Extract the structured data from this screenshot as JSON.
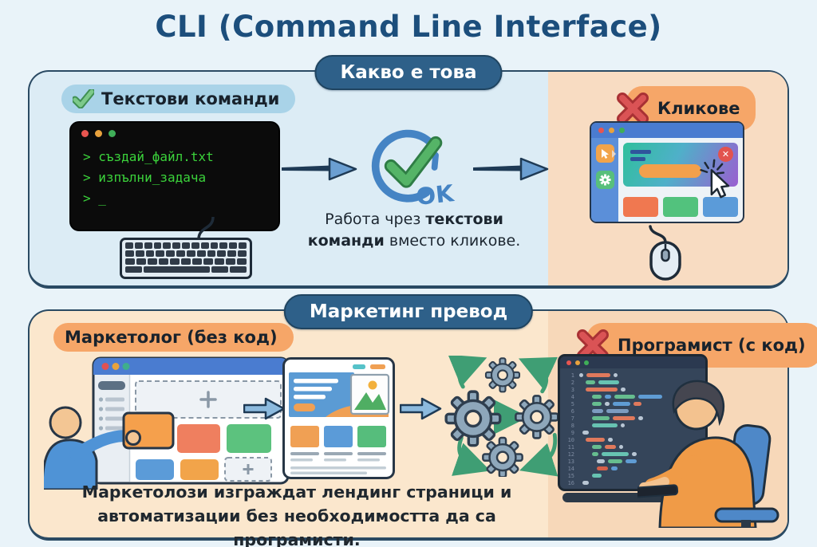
{
  "title": "CLI (Command Line Interface)",
  "colors": {
    "title_navy": "#1c4e7c",
    "badge_blue": "#2e6089",
    "panel_blue": "#dcecf5",
    "panel_peach": "#f8dcc2",
    "pill_light_blue": "#a9d3e8",
    "pill_orange": "#f6a668",
    "terminal_green": "#3bd33b",
    "check_green": "#4fae63",
    "cross_red": "#d9514f",
    "ok_blue": "#4584c4"
  },
  "section_what": {
    "badge": "Какво е това",
    "commands_label": "Текстови команди",
    "clicks_label": "Кликове",
    "terminal": {
      "lines": [
        "> създай_файл.txt",
        "> изпълни_задача",
        "> _"
      ]
    },
    "ok_label": "OK",
    "caption": {
      "pre": "Работа чрез ",
      "bold1": "текстови",
      "bold2": "команди",
      "post": " вместо кликове."
    }
  },
  "section_marketing": {
    "badge": "Маркетинг превод",
    "marketer_label": "Маркетолог (без код)",
    "programmer_label": "Програмист (с код)",
    "caption_line1": "Маркетолози изграждат лендинг страници и",
    "caption_line2": "автоматизации без необходимостта да са програмисти.",
    "code_editor": {
      "line_numbers": [
        1,
        2,
        3,
        4,
        5,
        6,
        7,
        8,
        9,
        10,
        11,
        12,
        13,
        14,
        15,
        16
      ],
      "lines": [
        {
          "ind": 2,
          "seg": [
            [
              "w",
              5
            ],
            [
              "o",
              30
            ],
            [
              "w",
              5
            ]
          ]
        },
        {
          "ind": 10,
          "seg": [
            [
              "g",
              12
            ],
            [
              "t",
              26
            ]
          ]
        },
        {
          "ind": 10,
          "seg": [
            [
              "o",
              40
            ],
            [
              "w",
              6
            ]
          ]
        },
        {
          "ind": 18,
          "seg": [
            [
              "g",
              12
            ],
            [
              "b",
              8
            ],
            [
              "g",
              26
            ],
            [
              "b",
              30
            ]
          ]
        },
        {
          "ind": 18,
          "seg": [
            [
              "g",
              12
            ],
            [
              "w",
              6
            ],
            [
              "b",
              22
            ],
            [
              "o",
              10
            ]
          ]
        },
        {
          "ind": 18,
          "seg": [
            [
              "c",
              14
            ],
            [
              "c",
              28
            ]
          ]
        },
        {
          "ind": 18,
          "seg": [
            [
              "g",
              22
            ],
            [
              "o",
              28
            ],
            [
              "w",
              6
            ]
          ]
        },
        {
          "ind": 18,
          "seg": [
            [
              "t",
              32
            ],
            [
              "w",
              5
            ]
          ]
        },
        {
          "ind": 6,
          "seg": [
            [
              "w",
              8
            ]
          ]
        },
        {
          "ind": 10,
          "seg": [
            [
              "o",
              24
            ],
            [
              "w",
              6
            ]
          ]
        },
        {
          "ind": 18,
          "seg": [
            [
              "g",
              12
            ],
            [
              "o",
              14
            ],
            [
              "w",
              5
            ]
          ]
        },
        {
          "ind": 18,
          "seg": [
            [
              "g",
              8
            ],
            [
              "t",
              34
            ],
            [
              "w",
              6
            ]
          ]
        },
        {
          "ind": 24,
          "seg": [
            [
              "w",
              10
            ],
            [
              "g",
              18
            ],
            [
              "b",
              14
            ]
          ]
        },
        {
          "ind": 24,
          "seg": [
            [
              "r",
              14
            ],
            [
              "b",
              8
            ]
          ]
        },
        {
          "ind": 18,
          "seg": [
            [
              "t",
              12
            ]
          ]
        },
        {
          "ind": 6,
          "seg": [
            [
              "w",
              8
            ]
          ]
        }
      ]
    }
  }
}
